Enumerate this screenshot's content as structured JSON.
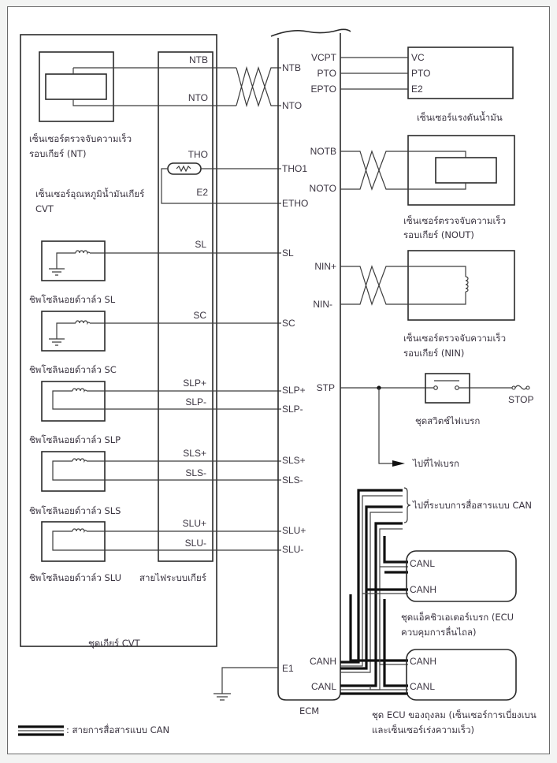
{
  "ecm": {
    "title": "ECM",
    "left_pins": {
      "ntb": "NTB",
      "nto": "NTO",
      "tho1": "THO1",
      "etho": "ETHO",
      "sl": "SL",
      "sc": "SC",
      "slp_plus": "SLP+",
      "slp_minus": "SLP-",
      "sls_plus": "SLS+",
      "sls_minus": "SLS-",
      "slu_plus": "SLU+",
      "slu_minus": "SLU-",
      "e1": "E1"
    },
    "right_pins": {
      "vcpt": "VCPT",
      "pto": "PTO",
      "epto": "EPTO",
      "notb": "NOTB",
      "noto": "NOTO",
      "nin_plus": "NIN+",
      "nin_minus": "NIN-",
      "stp": "STP",
      "canh": "CANH",
      "canl": "CANL"
    }
  },
  "cvt_assembly": {
    "title": "ชุดเกียร์ CVT",
    "harness": {
      "title": "สายไฟระบบเกียร์",
      "pins": {
        "ntb": "NTB",
        "nto": "NTO",
        "tho": "THO",
        "e2": "E2",
        "sl": "SL",
        "sc": "SC",
        "slp_plus": "SLP+",
        "slp_minus": "SLP-",
        "sls_plus": "SLS+",
        "sls_minus": "SLS-",
        "slu_plus": "SLU+",
        "slu_minus": "SLU-"
      }
    },
    "nt_sensor": {
      "line1": "เซ็นเซอร์ตรวจจับความเร็ว",
      "line2": "รอบเกียร์ (NT)"
    },
    "oil_temp_sensor": {
      "line1": "เซ็นเซอร์อุณหภูมิน้ำมันเกียร์",
      "line2": "CVT"
    },
    "solenoids": {
      "sl": "ชิพโซลินอยด์วาล์ว SL",
      "sc": "ชิพโซลินอยด์วาล์ว SC",
      "slp": "ชิพโซลินอยด์วาล์ว SLP",
      "sls": "ชิพโซลินอยด์วาล์ว SLS",
      "slu": "ชิพโซลินอยด์วาล์ว SLU"
    }
  },
  "oil_pressure_sensor": {
    "title": "เซ็นเซอร์แรงดันน้ำมัน",
    "pins": {
      "vc": "VC",
      "pto": "PTO",
      "e2": "E2"
    }
  },
  "nout_sensor": {
    "line1": "เซ็นเซอร์ตรวจจับความเร็ว",
    "line2": "รอบเกียร์ (NOUT)"
  },
  "nin_sensor": {
    "line1": "เซ็นเซอร์ตรวจจับความเร็ว",
    "line2": "รอบเกียร์ (NIN)"
  },
  "brake_switch": {
    "title": "ชุดสวิตช์ไฟเบรก",
    "fuse": "STOP",
    "to_brake_light": "ไปที่ไฟเบรก"
  },
  "can_bus": {
    "to_can": "ไปที่ระบบการสื่อสารแบบ CAN"
  },
  "brake_actuator": {
    "line1": "ชุดแอ็คชิวเอเตอร์เบรก (ECU",
    "line2": "ควบคุมการลื่นไถล)",
    "pins": {
      "canl": "CANL",
      "canh": "CANH"
    }
  },
  "airbag_ecu": {
    "line1": "ชุด ECU ของถุงลม (เซ็นเซอร์การเบี่ยงเบน",
    "line2": "และเซ็นเซอร์เร่งความเร็ว)",
    "pins": {
      "canh": "CANH",
      "canl": "CANL"
    }
  },
  "legend": {
    "can_line": ": สายการสื่อสารแบบ CAN"
  }
}
